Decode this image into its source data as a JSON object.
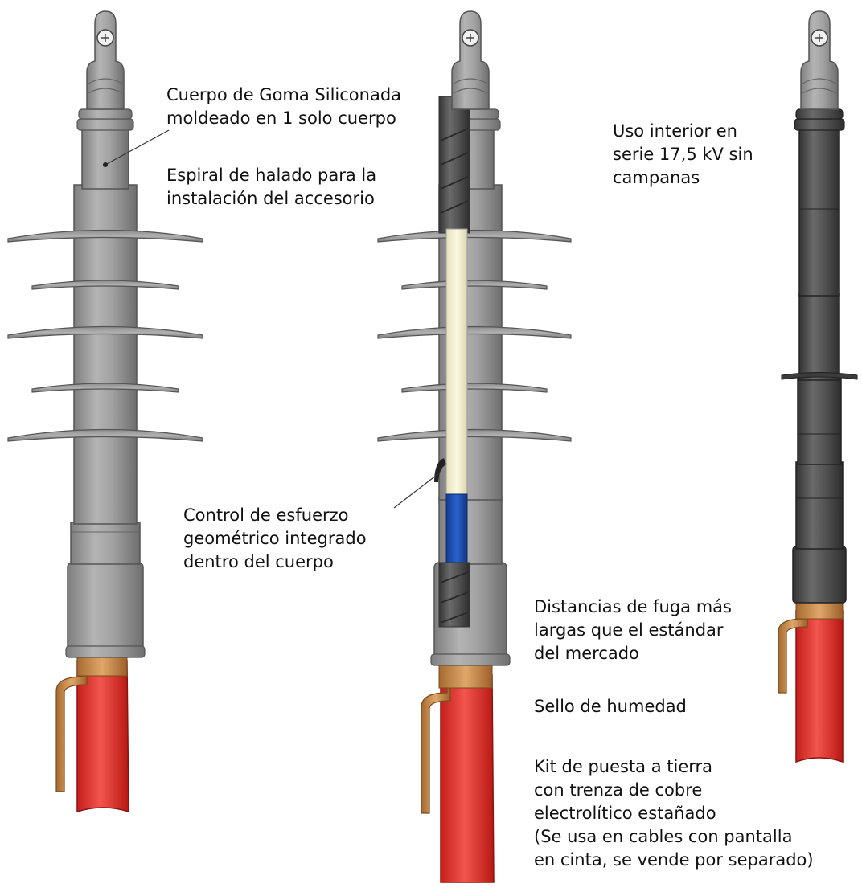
{
  "labels": {
    "silicona": [
      "Cuerpo de Goma Siliconada",
      "moldeado en 1 solo cuerpo"
    ],
    "espiral": [
      "Espiral de halado para la",
      "instalación del accesorio"
    ],
    "control": [
      "Control de esfuerzo",
      "geométrico integrado",
      "dentro del cuerpo"
    ],
    "interior": [
      "Uso interior en",
      "serie 17,5 kV sin",
      "campanas"
    ],
    "fuga": [
      "Distancias de fuga más",
      "largas que el estándar",
      "del mercado"
    ],
    "sello": [
      "Sello de humedad"
    ],
    "kit": [
      "Kit de puesta a tierra",
      "con trenza de cobre",
      "electrolítico estañado",
      "(Se usa en cables con pantalla",
      "en cinta, se vende por separado)"
    ]
  },
  "colors": {
    "silicone_gray": "#9a9a9a",
    "dark_rubber": "#4a4a4a",
    "cable_red": "#e8302a",
    "copper": "#c8894a",
    "stress_cone_blue": "#1e4fb0",
    "insulation_cream": "#f3efcf"
  }
}
